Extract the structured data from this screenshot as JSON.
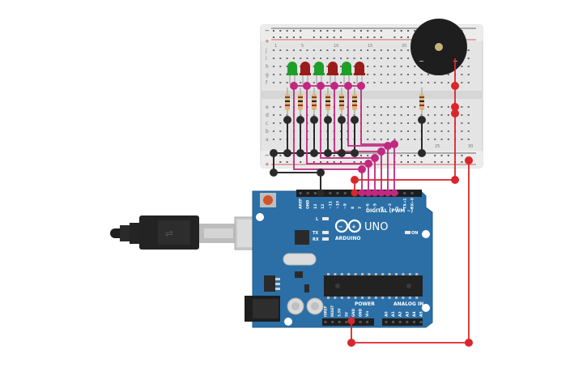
{
  "board": {
    "brand": "ARDUINO",
    "model": "UNO",
    "digital_label": "DIGITAL (PWM ~)",
    "power_label": "POWER",
    "analog_label": "ANALOG IN",
    "on_label": "ON",
    "led_l": "L",
    "led_tx": "TX",
    "led_rx": "RX",
    "digital_pins": [
      "AREF",
      "GND",
      "13",
      "12",
      "~11",
      "~10",
      "~9",
      "8",
      "7",
      "~6",
      "~5",
      "4",
      "~3",
      "2",
      "TX→1",
      "RX←0"
    ],
    "power_pins": [
      "IOREF",
      "RESET",
      "3.3V",
      "5V",
      "GND",
      "GND",
      "Vin"
    ],
    "analog_pins": [
      "A0",
      "A1",
      "A2",
      "A3",
      "A4",
      "A5"
    ]
  },
  "breadboard": {
    "column_numbers": [
      "1",
      "5",
      "10",
      "15",
      "20",
      "25",
      "30"
    ],
    "row_letters_top": [
      "j",
      "i",
      "h",
      "g",
      "f"
    ],
    "row_letters_bottom": [
      "e",
      "d",
      "c",
      "b",
      "a"
    ],
    "rail_minus": "−",
    "rail_plus": "+"
  },
  "buzzer": {
    "minus": "−",
    "plus": "+"
  },
  "leds": [
    {
      "color": "#1f9e2a"
    },
    {
      "color": "#9b1a1a"
    },
    {
      "color": "#1f9e2a"
    },
    {
      "color": "#9b1a1a"
    },
    {
      "color": "#1f9e2a"
    },
    {
      "color": "#9b1a1a"
    }
  ],
  "colors": {
    "wire_magenta": "#c0297f",
    "wire_red": "#d9262b",
    "wire_black": "#2a2a2a",
    "board_blue": "#2b6fa6",
    "breadboard": "#e6e6e6"
  }
}
